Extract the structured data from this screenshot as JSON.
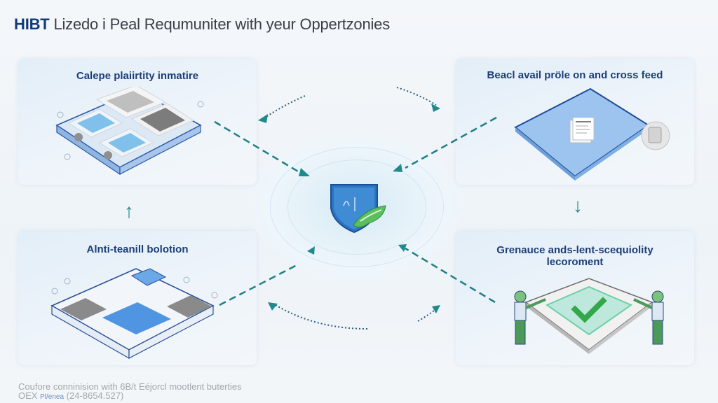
{
  "header": {
    "brand": "HIBT",
    "title": "Lizedo i Peal Requmuniter with yeur Oppertzonies"
  },
  "cards": [
    {
      "id": "top-left",
      "title": "Calepe plaiirtity inmatire",
      "illustration": "isometric-server-board-icon"
    },
    {
      "id": "top-right",
      "title": "Beacl avail pröle on and cross feed",
      "illustration": "document-platform-icon"
    },
    {
      "id": "bottom-left",
      "title": "Alnti-teanill bolotion",
      "illustration": "isometric-chip-board-icon"
    },
    {
      "id": "bottom-right",
      "title_lines": [
        "Grenauce ands-lent-scequiolity",
        "lecoroment"
      ],
      "illustration": "verified-checkmark-platform-icon"
    }
  ],
  "center": {
    "icon": "shield-emblem-icon"
  },
  "arrows": {
    "left_vertical": "↑",
    "right_vertical": "↓"
  },
  "footer": {
    "line1": "Coufore conninision with 6B/t Eéjorcl mootlent buterties",
    "line2_prefix": "OEX",
    "line2_label": "Pl/enea",
    "line2_number": "(24-8654.527)"
  },
  "colors": {
    "brand_navy": "#123a78",
    "title_blue": "#1c3f78",
    "arrow_teal": "#1f8a8e",
    "platform_blue": "#4a90d9",
    "check_green": "#3aaa4a"
  }
}
